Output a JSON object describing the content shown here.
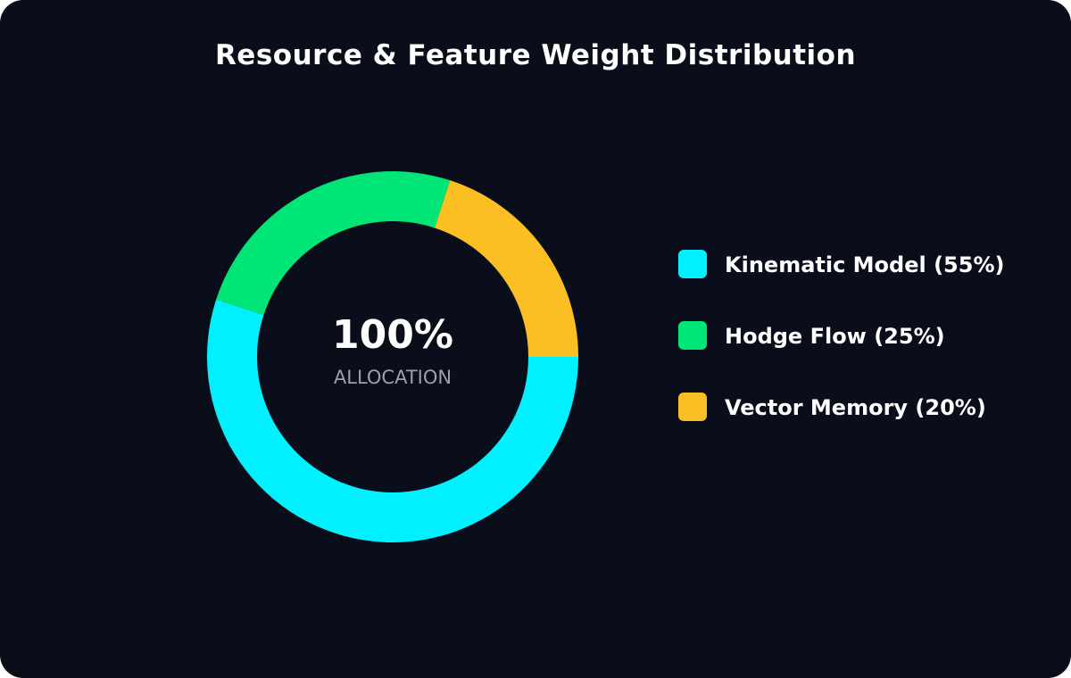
{
  "chart_data": {
    "type": "pie",
    "variant": "donut",
    "title": "Resource & Feature Weight Distribution",
    "center_value": "100%",
    "center_label": "ALLOCATION",
    "categories": [
      "Kinematic Model (55%)",
      "Hodge Flow (25%)",
      "Vector Memory (20%)"
    ],
    "values": [
      55,
      25,
      20
    ],
    "colors": [
      "#00f0ff",
      "#00e676",
      "#fbbf24"
    ],
    "legend": "right"
  }
}
